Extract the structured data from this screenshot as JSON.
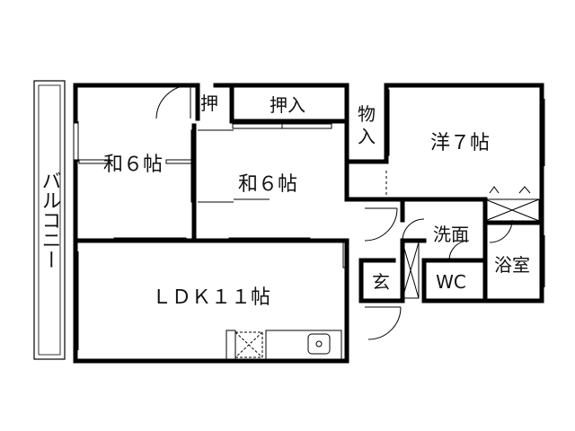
{
  "rooms": {
    "balcony": "バルコニー",
    "oshi_small": "押",
    "oshiire": "押入",
    "washitsu_left": "和６帖",
    "washitsu_mid": "和６帖",
    "monoire_1": "物",
    "monoire_2": "入",
    "youshitsu": "洋７帖",
    "senmen": "洗面",
    "genkan": "玄",
    "wc": "WC",
    "yokushitsu": "浴室",
    "ldk": "ＬＤＫ１１帖"
  }
}
